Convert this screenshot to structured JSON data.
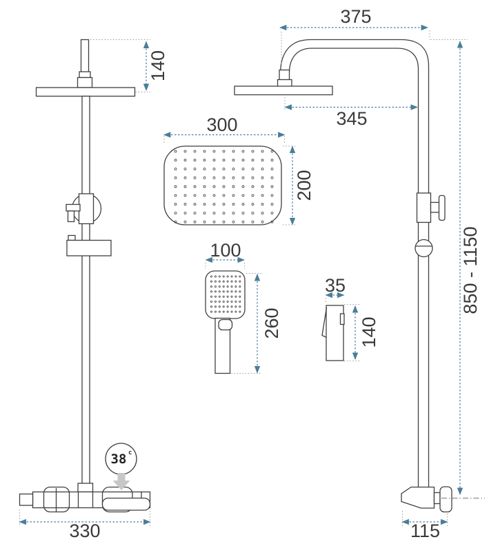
{
  "dimensions": {
    "head_drop": "140",
    "mixer_width": "330",
    "rain_head_width": "300",
    "rain_head_depth": "200",
    "hand_shower_width": "100",
    "hand_shower_height": "260",
    "hand_shower_thickness": "35",
    "hand_shower_head_height": "140",
    "arm_reach": "375",
    "arm_to_head": "345",
    "column_height": "850 - 1150",
    "wall_offset": "115"
  },
  "temperature_display": {
    "value": "38",
    "unit": "c"
  },
  "colors": {
    "outline": "#3f3f3f",
    "dimension": "#4a7d99",
    "extension": "#9a9a9a",
    "label_text": "#3a3a3a",
    "pointer_arrow": "#c7c7c7",
    "background": "#ffffff"
  }
}
